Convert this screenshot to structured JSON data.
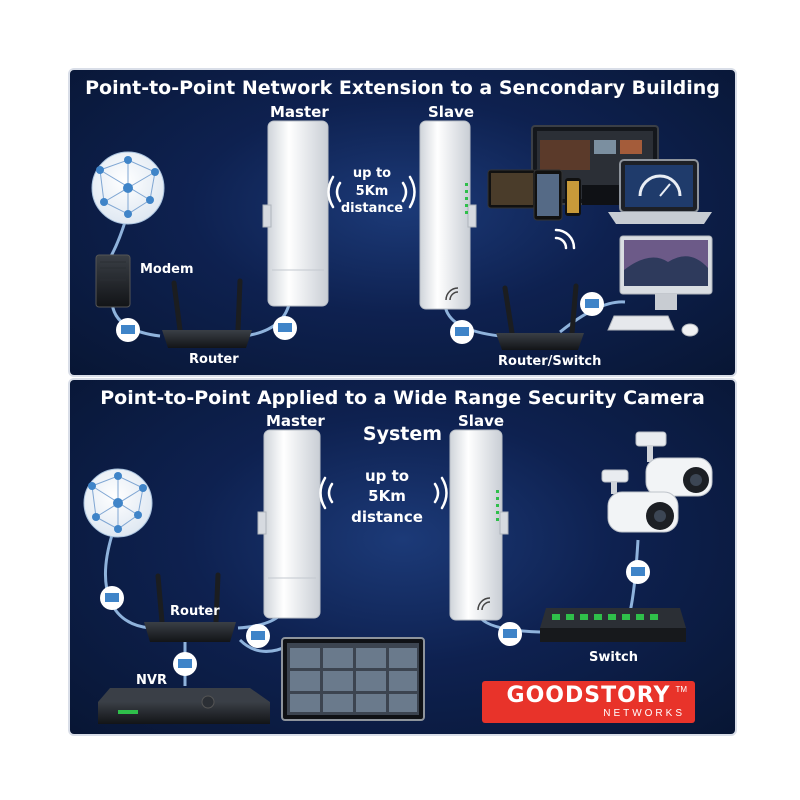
{
  "panel_top": {
    "title": "Point-to-Point Network Extension to a Sencondary Building",
    "master_label": "Master",
    "slave_label": "Slave",
    "distance": [
      "up to",
      "5Km",
      "distance"
    ],
    "modem_label": "Modem",
    "router_label": "Router",
    "router_switch_label": "Router/Switch"
  },
  "panel_bottom": {
    "title": "Point-to-Point Applied to a Wide Range Security Camera System",
    "master_label": "Master",
    "slave_label": "Slave",
    "distance": [
      "up to",
      "5Km",
      "distance"
    ],
    "router_label": "Router",
    "nvr_label": "NVR",
    "switch_label": "Switch"
  },
  "logo": {
    "main": "GOODSTORY",
    "sub": "NETWORKS",
    "tm": "TM"
  },
  "colors": {
    "panel_bg": "#0e2150",
    "border": "#d9dee8",
    "cable": "#8fb3dc",
    "connector": "#3f84c8",
    "logo_bg": "#e8332a"
  }
}
